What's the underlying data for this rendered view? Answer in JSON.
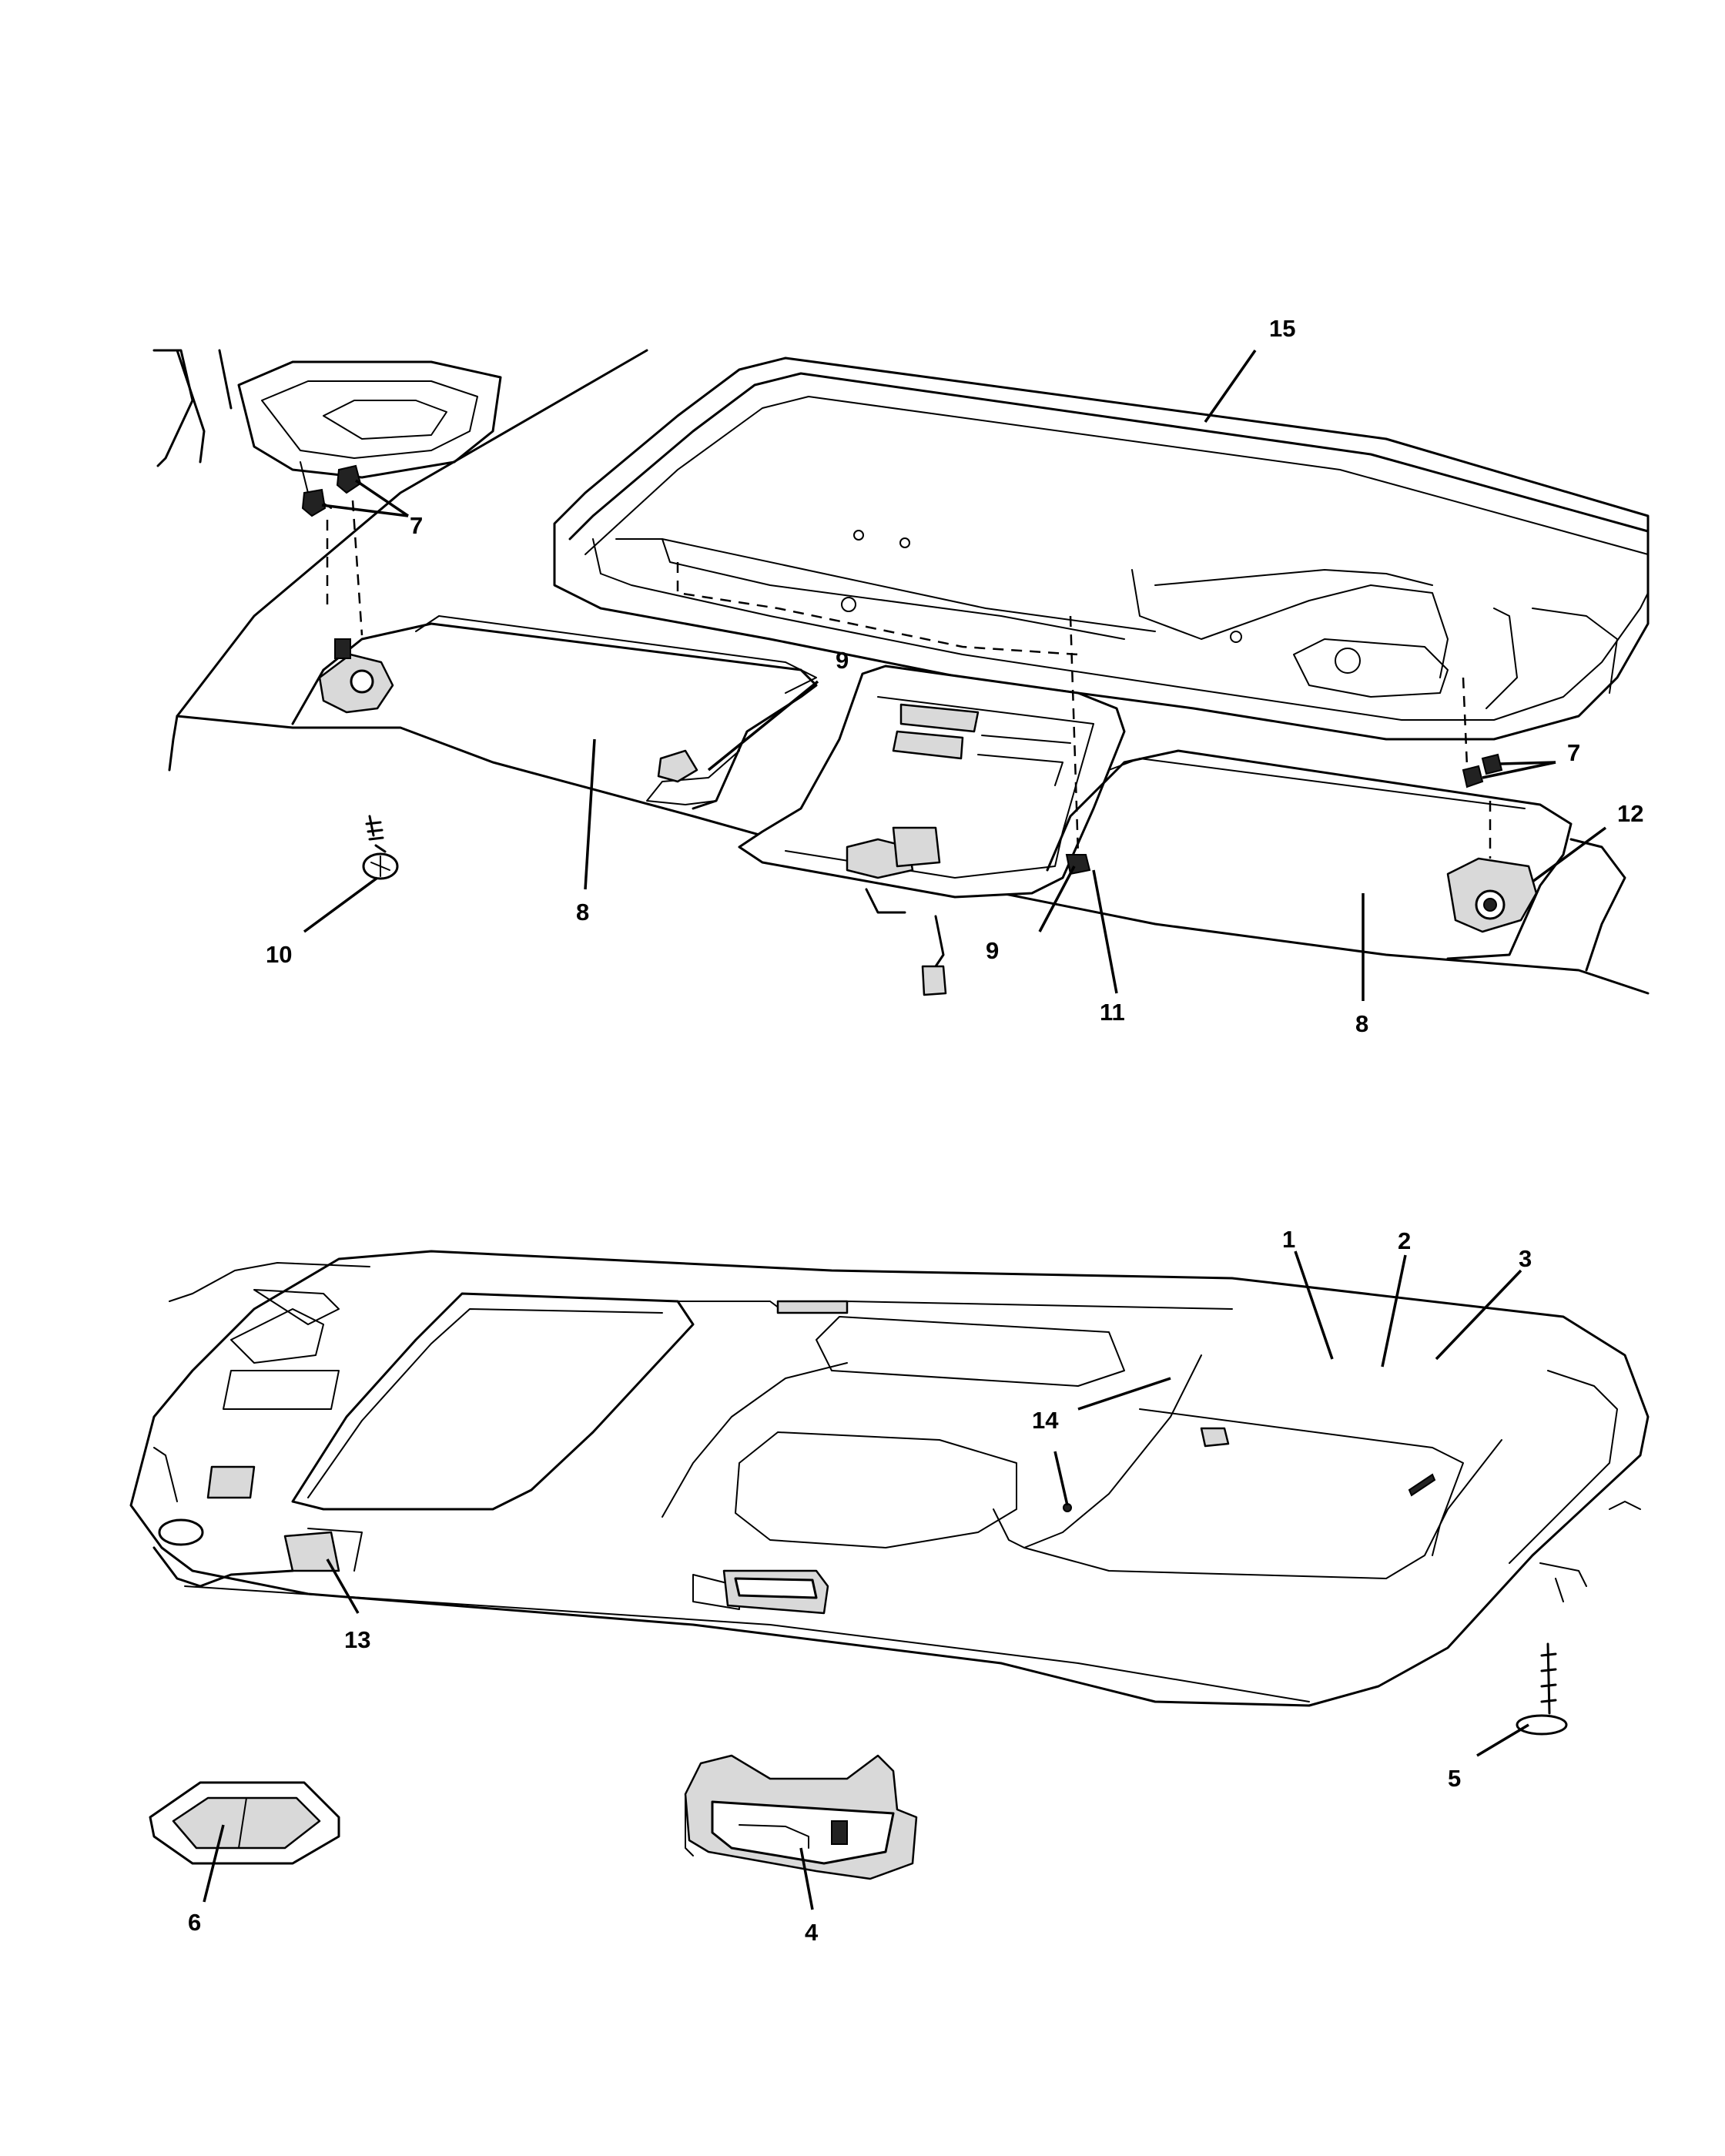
{
  "colors": {
    "line": "#000000",
    "background": "#ffffff",
    "shade": "#d9d9d9"
  },
  "callouts": {
    "c15": "15",
    "c7a": "7",
    "c7b": "7",
    "c9a": "9",
    "c9b": "9",
    "c12": "12",
    "c10": "10",
    "c8a": "8",
    "c8b": "8",
    "c11": "11",
    "c1": "1",
    "c2": "2",
    "c3": "3",
    "c14": "14",
    "c13": "13",
    "c5": "5",
    "c6": "6",
    "c4": "4"
  }
}
